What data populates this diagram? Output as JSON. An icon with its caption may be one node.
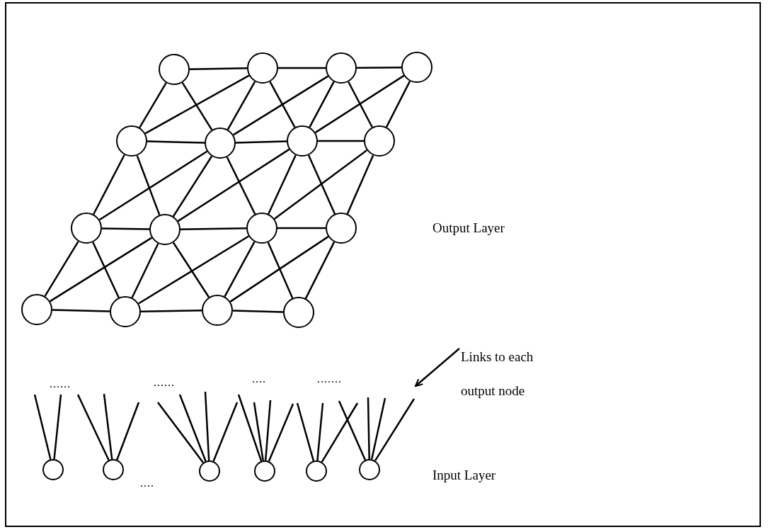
{
  "diagram": {
    "nodes": [
      {
        "text": [],
        "shape": "circle"
      },
      {
        "text": [],
        "shape": "circle"
      },
      {
        "text": [],
        "shape": "circle"
      },
      {
        "text": [],
        "shape": "circle"
      },
      {
        "text": [],
        "shape": "circle"
      },
      {
        "text": [],
        "shape": "circle"
      },
      {
        "text": [],
        "shape": "circle"
      },
      {
        "text": [],
        "shape": "circle"
      },
      {
        "text": [],
        "shape": "circle"
      },
      {
        "text": [],
        "shape": "circle"
      },
      {
        "text": [],
        "shape": "circle"
      },
      {
        "text": [],
        "shape": "circle"
      },
      {
        "text": [],
        "shape": "circle"
      },
      {
        "text": [],
        "shape": "circle"
      },
      {
        "text": [],
        "shape": "circle"
      },
      {
        "text": [],
        "shape": "circle"
      },
      {
        "text": [
          "Links to each output node"
        ]
      },
      {
        "text": [],
        "shape": "circle"
      },
      {
        "text": [],
        "shape": "circle"
      },
      {
        "text": [],
        "shape": "circle"
      },
      {
        "text": [],
        "shape": "circle"
      },
      {
        "text": [],
        "shape": "circle"
      },
      {
        "text": [],
        "shape": "circle"
      }
    ],
    "edges": [
      {
        "from": 0,
        "to": 1,
        "arrow": "none"
      },
      {
        "from": 1,
        "to": 2,
        "arrow": "none"
      },
      {
        "from": 2,
        "to": 3,
        "arrow": "none"
      },
      {
        "from": 4,
        "to": 5,
        "arrow": "none"
      },
      {
        "from": 5,
        "to": 6,
        "arrow": "none"
      },
      {
        "from": 6,
        "to": 7,
        "arrow": "none"
      },
      {
        "from": 8,
        "to": 9,
        "arrow": "none"
      },
      {
        "from": 9,
        "to": 10,
        "arrow": "none"
      },
      {
        "from": 10,
        "to": 11,
        "arrow": "none"
      },
      {
        "from": 12,
        "to": 13,
        "arrow": "none"
      },
      {
        "from": 13,
        "to": 14,
        "arrow": "none"
      },
      {
        "from": 14,
        "to": 15,
        "arrow": "none"
      },
      {
        "from": 0,
        "to": 4,
        "arrow": "none"
      },
      {
        "from": 0,
        "to": 5,
        "arrow": "none"
      },
      {
        "from": 1,
        "to": 4,
        "arrow": "none"
      },
      {
        "from": 1,
        "to": 5,
        "arrow": "none"
      },
      {
        "from": 1,
        "to": 6,
        "arrow": "none"
      },
      {
        "from": 2,
        "to": 5,
        "arrow": "none"
      },
      {
        "from": 2,
        "to": 6,
        "arrow": "none"
      },
      {
        "from": 2,
        "to": 7,
        "arrow": "none"
      },
      {
        "from": 3,
        "to": 6,
        "arrow": "none"
      },
      {
        "from": 3,
        "to": 7,
        "arrow": "none"
      },
      {
        "from": 4,
        "to": 8,
        "arrow": "none"
      },
      {
        "from": 4,
        "to": 9,
        "arrow": "none"
      },
      {
        "from": 5,
        "to": 8,
        "arrow": "none"
      },
      {
        "from": 5,
        "to": 9,
        "arrow": "none"
      },
      {
        "from": 5,
        "to": 10,
        "arrow": "none"
      },
      {
        "from": 6,
        "to": 9,
        "arrow": "none"
      },
      {
        "from": 6,
        "to": 10,
        "arrow": "none"
      },
      {
        "from": 6,
        "to": 11,
        "arrow": "none"
      },
      {
        "from": 7,
        "to": 10,
        "arrow": "none"
      },
      {
        "from": 7,
        "to": 11,
        "arrow": "none"
      },
      {
        "from": 8,
        "to": 12,
        "arrow": "none"
      },
      {
        "from": 8,
        "to": 13,
        "arrow": "none"
      },
      {
        "from": 9,
        "to": 12,
        "arrow": "none"
      },
      {
        "from": 9,
        "to": 13,
        "arrow": "none"
      },
      {
        "from": 9,
        "to": 14,
        "arrow": "none"
      },
      {
        "from": 10,
        "to": 13,
        "arrow": "none"
      },
      {
        "from": 10,
        "to": 14,
        "arrow": "none"
      },
      {
        "from": 10,
        "to": 15,
        "arrow": "none"
      },
      {
        "from": 11,
        "to": 14,
        "arrow": "none"
      },
      {
        "from": 11,
        "to": 15,
        "arrow": "none"
      },
      {
        "from": 16,
        "to": null,
        "arrow": "to"
      },
      {
        "from": 17,
        "to": null,
        "arrow": "none"
      },
      {
        "from": 17,
        "to": null,
        "arrow": "none"
      },
      {
        "from": 18,
        "to": null,
        "arrow": "none"
      },
      {
        "from": 18,
        "to": null,
        "arrow": "none"
      },
      {
        "from": 18,
        "to": null,
        "arrow": "none"
      },
      {
        "from": 19,
        "to": null,
        "arrow": "none"
      },
      {
        "from": 19,
        "to": null,
        "arrow": "none"
      },
      {
        "from": 19,
        "to": null,
        "arrow": "none"
      },
      {
        "from": 19,
        "to": null,
        "arrow": "none"
      },
      {
        "from": 20,
        "to": null,
        "arrow": "none"
      },
      {
        "from": 20,
        "to": null,
        "arrow": "none"
      },
      {
        "from": 20,
        "to": null,
        "arrow": "none"
      },
      {
        "from": 20,
        "to": null,
        "arrow": "none"
      },
      {
        "from": 21,
        "to": null,
        "arrow": "none"
      },
      {
        "from": 21,
        "to": null,
        "arrow": "none"
      },
      {
        "from": 21,
        "to": null,
        "arrow": "none"
      },
      {
        "from": 22,
        "to": null,
        "arrow": "none"
      },
      {
        "from": 22,
        "to": null,
        "arrow": "none"
      },
      {
        "from": 22,
        "to": null,
        "arrow": "none"
      },
      {
        "from": 22,
        "to": null,
        "arrow": "none"
      }
    ],
    "labels": [
      "Output Layer",
      "......",
      "......",
      "....",
      ".......",
      "Input Layer",
      "...."
    ]
  }
}
